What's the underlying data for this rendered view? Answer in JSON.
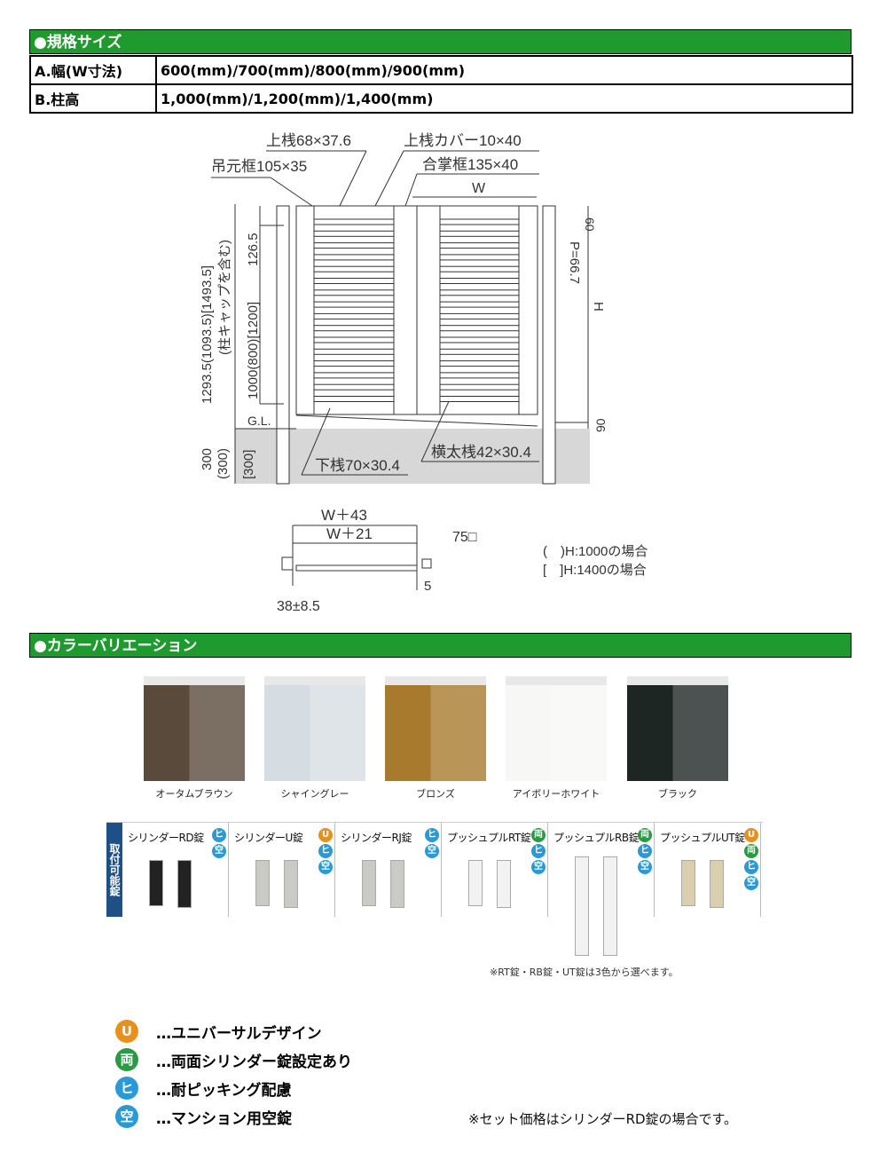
{
  "spec": {
    "title": "●規格サイズ",
    "rows": [
      {
        "label": "A.幅(W寸法)",
        "value": "600(mm)/700(mm)/800(mm)/900(mm)"
      },
      {
        "label": "B.柱高",
        "value": "1,000(mm)/1,200(mm)/1,400(mm)"
      }
    ]
  },
  "diagram": {
    "top_rail": "上桟68×37.6",
    "top_cover": "上桟カバー10×40",
    "hinge_frame": "吊元框105×35",
    "meeting_frame": "合掌框135×40",
    "w": "W",
    "h": "H",
    "d60": "60",
    "pitch": "P=66.7",
    "d126": "126.5",
    "d1000": "1000(800)[1200]",
    "d1293": "1293.5(1093.5)[1493.5]",
    "cap": "(柱キャップを含む)",
    "gl": "G.L.",
    "d90": "90",
    "d300": "300",
    "d300b": "(300)",
    "d300c": "[300]",
    "bottom_rail": "下桟70×30.4",
    "slat": "横太桟42×30.4",
    "w43": "W＋43",
    "w21": "W＋21",
    "d75": "75□",
    "d5": "5",
    "d38": "38±8.5",
    "note1": "(　)H:1000の場合",
    "note2": "[　]H:1400の場合"
  },
  "colors": {
    "title": "●カラーバリエーション",
    "items": [
      {
        "name": "オータムブラウン",
        "hex": "#5a4a3c"
      },
      {
        "name": "シャイングレー",
        "hex": "#d6dde2"
      },
      {
        "name": "ブロンズ",
        "hex": "#a77a2e"
      },
      {
        "name": "アイボリーホワイト",
        "hex": "#f7f7f5"
      },
      {
        "name": "ブラック",
        "hex": "#1e2624"
      }
    ]
  },
  "locks": {
    "label": "取付可能錠",
    "items": [
      {
        "name": "シリンダーRD錠",
        "badges": [
          "ヒ",
          "空"
        ]
      },
      {
        "name": "シリンダーU錠",
        "badges": [
          "U",
          "ヒ",
          "空"
        ]
      },
      {
        "name": "シリンダーRJ錠",
        "badges": [
          "ヒ",
          "空"
        ]
      },
      {
        "name": "プッシュプルRT錠",
        "badges": [
          "両",
          "ヒ",
          "空"
        ]
      },
      {
        "name": "プッシュプルRB錠",
        "badges": [
          "両",
          "ヒ",
          "空"
        ]
      },
      {
        "name": "プッシュプルUT錠",
        "badges": [
          "U",
          "両",
          "ヒ",
          "空"
        ]
      }
    ],
    "note": "※RT錠・RB錠・UT錠は3色から選べます。"
  },
  "legend": [
    {
      "icon": "U",
      "color": "#e8901a",
      "text": "…ユニバーサルデザイン"
    },
    {
      "icon": "両",
      "color": "#2a9a44",
      "text": "…両面シリンダー錠設定あり"
    },
    {
      "icon": "ヒ",
      "color": "#2a9ad6",
      "text": "…耐ピッキング配慮"
    },
    {
      "icon": "空",
      "color": "#2a9ad6",
      "text": "…マンション用空錠"
    }
  ],
  "price_note": "※セット価格はシリンダーRD錠の場合です。"
}
